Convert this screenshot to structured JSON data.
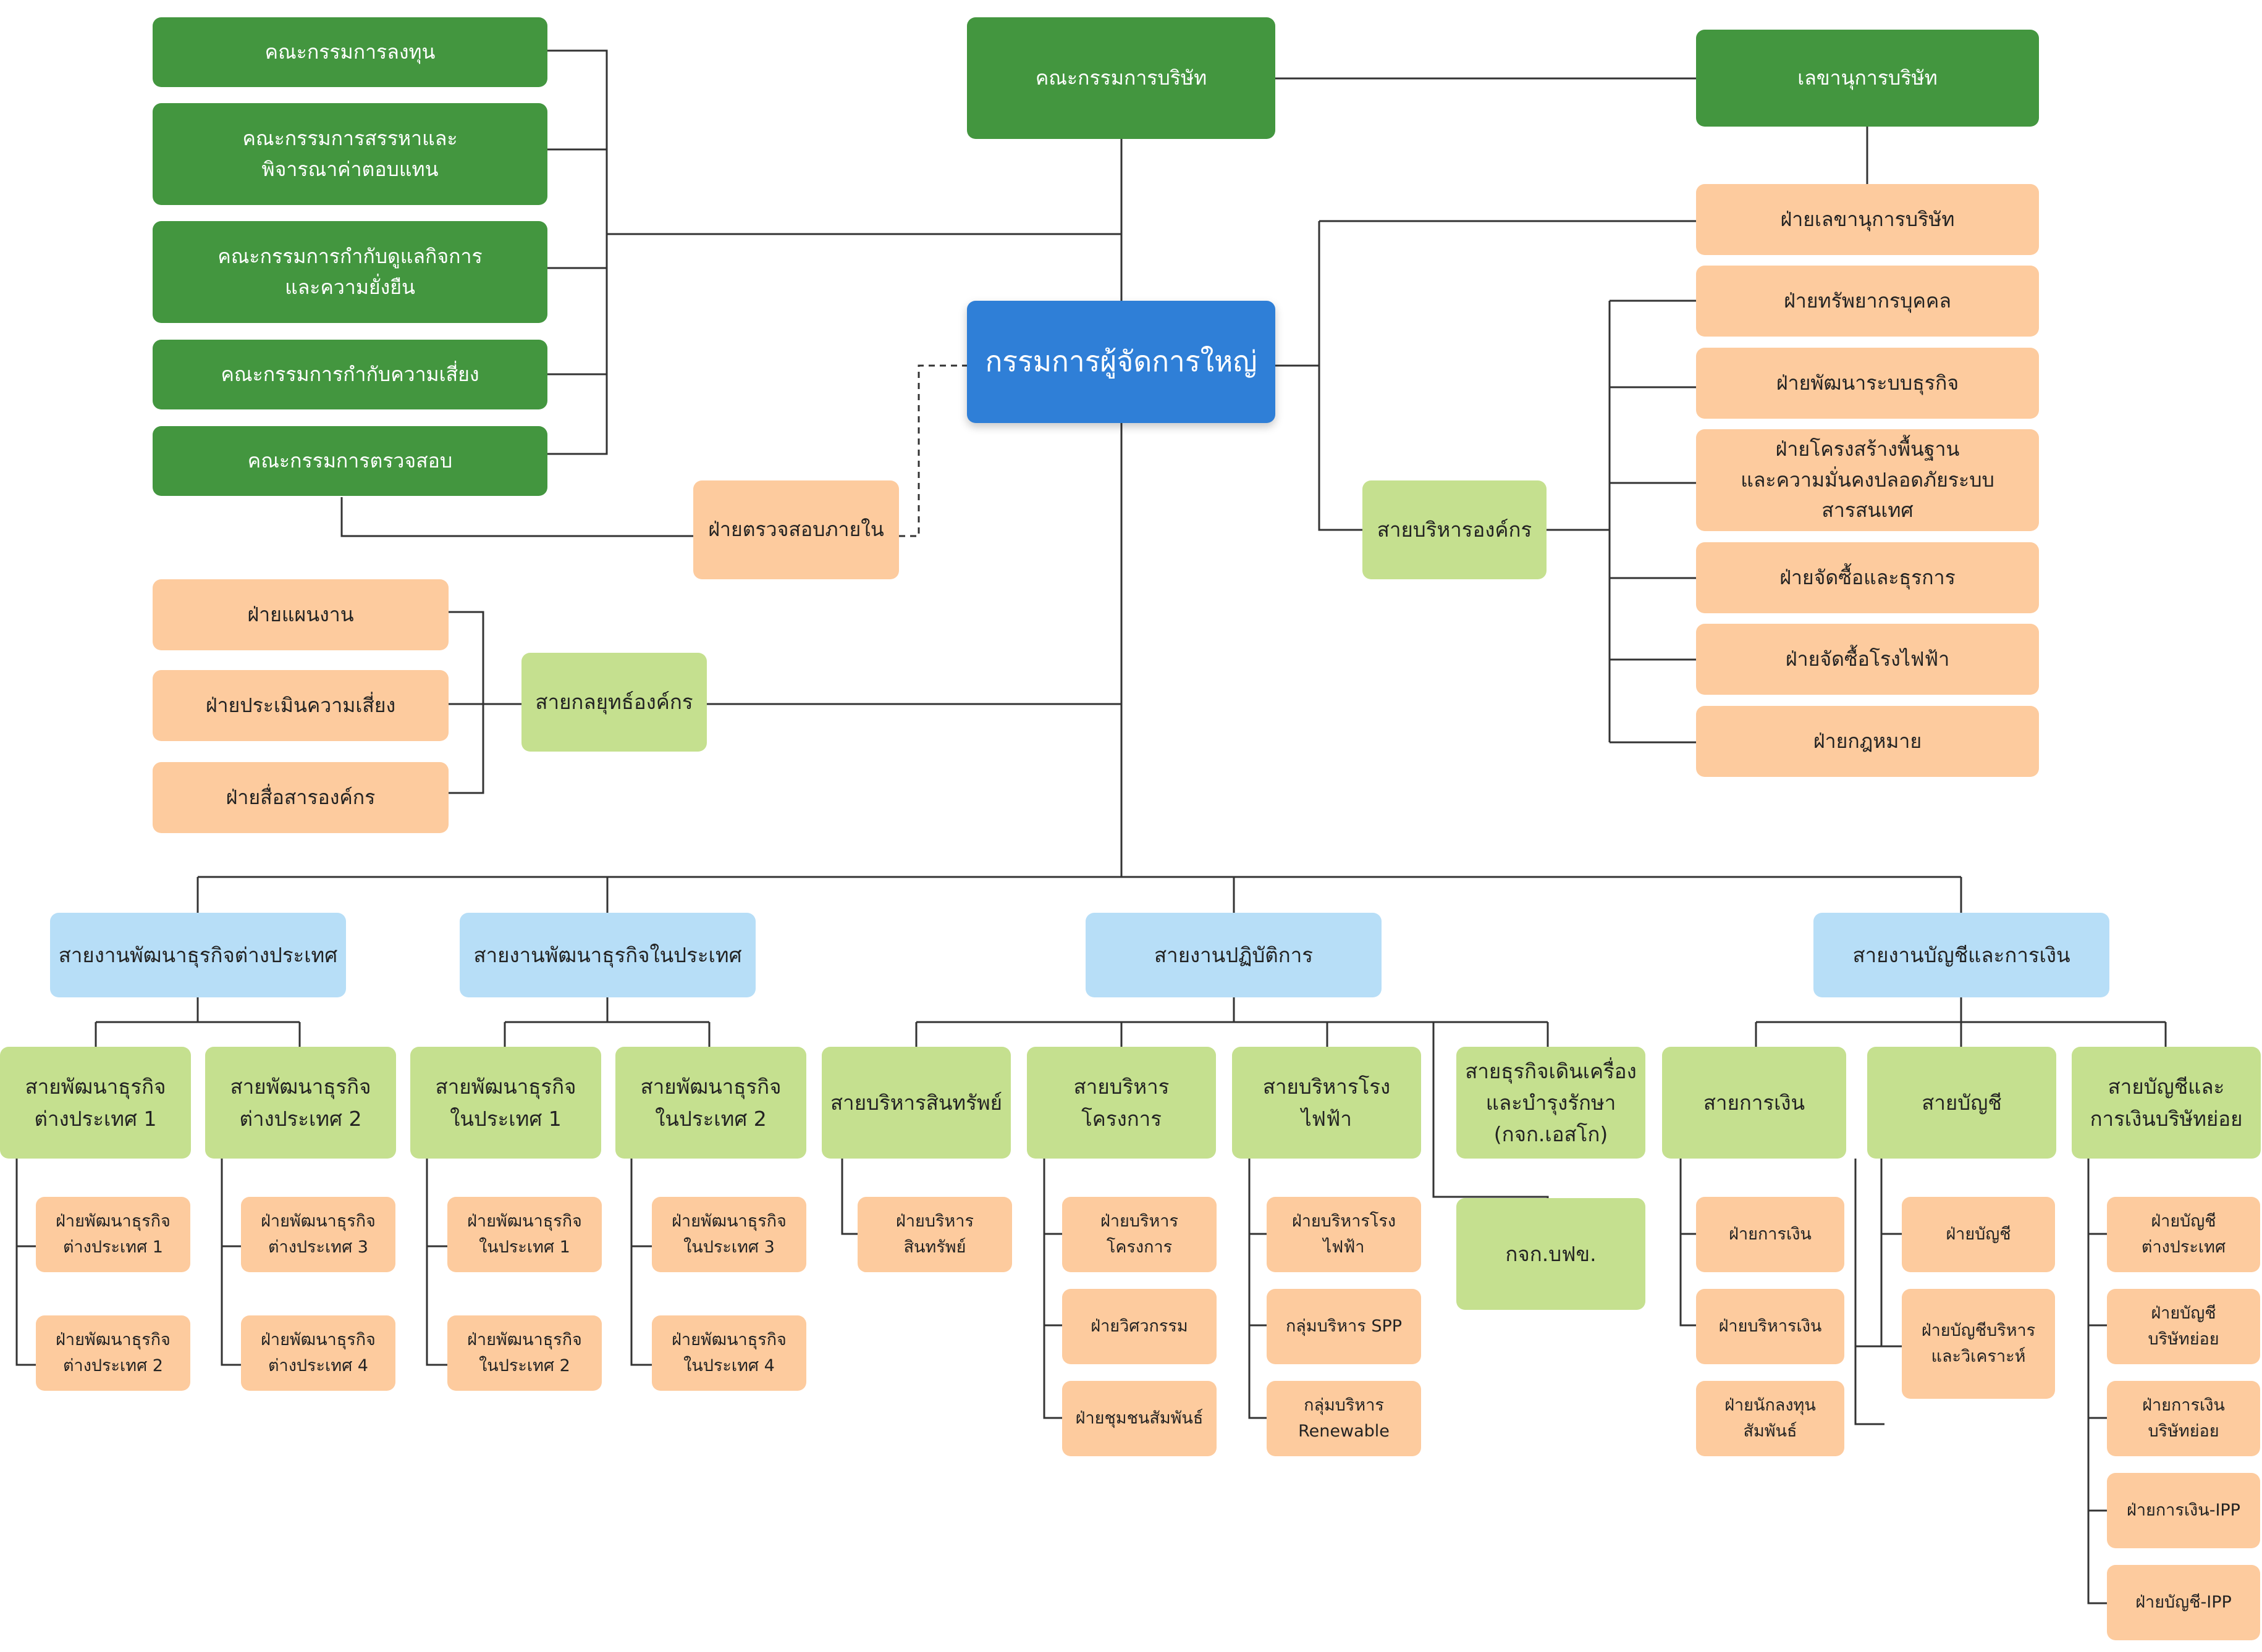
{
  "colors": {
    "board": "#43963f",
    "ceo": "#2f7fd7",
    "department": "#fdcb9e",
    "line_unit": "#c5e08f",
    "business_group": "#b7def7",
    "connector": "#333333"
  },
  "board_of_directors": "คณะกรรมการบริษัท",
  "corporate_secretary": "เลขานุการบริษัท",
  "committees": [
    "คณะกรรมการลงทุน",
    "คณะกรรมการสรรหาและ\nพิจารณาค่าตอบแทน",
    "คณะกรรมการกำกับดูแลกิจการ\nและความยั่งยืน",
    "คณะกรรมการกำกับความเสี่ยง",
    "คณะกรรมการตรวจสอบ"
  ],
  "ceo": "กรรมการผู้จัดการใหญ่",
  "internal_audit": "ฝ่ายตรวจสอบภายใน",
  "corporate_secretary_dept": "ฝ่ายเลขานุการบริษัท",
  "corporate_admin": {
    "name": "สายบริหารองค์กร",
    "departments": [
      "ฝ่ายทรัพยากรบุคคล",
      "ฝ่ายพัฒนาระบบธุรกิจ",
      "ฝ่ายโครงสร้างพื้นฐาน\nและความมั่นคงปลอดภัยระบบสารสนเทศ",
      "ฝ่ายจัดซื้อและธุรการ",
      "ฝ่ายจัดซื้อโรงไฟฟ้า",
      "ฝ่ายกฎหมาย"
    ]
  },
  "corporate_strategy": {
    "name": "สายกลยุทธ์องค์กร",
    "departments": [
      "ฝ่ายแผนงาน",
      "ฝ่ายประเมินความเสี่ยง",
      "ฝ่ายสื่อสารองค์กร"
    ]
  },
  "business_groups": [
    {
      "name": "สายงานพัฒนาธุรกิจต่างประเทศ",
      "units": [
        {
          "name": "สายพัฒนาธุรกิจ\nต่างประเทศ 1",
          "departments": [
            "ฝ่ายพัฒนาธุรกิจ\nต่างประเทศ 1",
            "ฝ่ายพัฒนาธุรกิจ\nต่างประเทศ 2"
          ]
        },
        {
          "name": "สายพัฒนาธุรกิจ\nต่างประเทศ 2",
          "departments": [
            "ฝ่ายพัฒนาธุรกิจ\nต่างประเทศ 3",
            "ฝ่ายพัฒนาธุรกิจ\nต่างประเทศ 4"
          ]
        }
      ]
    },
    {
      "name": "สายงานพัฒนาธุรกิจในประเทศ",
      "units": [
        {
          "name": "สายพัฒนาธุรกิจ\nในประเทศ 1",
          "departments": [
            "ฝ่ายพัฒนาธุรกิจ\nในประเทศ 1",
            "ฝ่ายพัฒนาธุรกิจ\nในประเทศ 2"
          ]
        },
        {
          "name": "สายพัฒนาธุรกิจ\nในประเทศ 2",
          "departments": [
            "ฝ่ายพัฒนาธุรกิจ\nในประเทศ 3",
            "ฝ่ายพัฒนาธุรกิจ\nในประเทศ 4"
          ]
        }
      ]
    },
    {
      "name": "สายงานปฏิบัติการ",
      "units": [
        {
          "name": "สายบริหารสินทรัพย์",
          "departments": [
            "ฝ่ายบริหารสินทรัพย์"
          ]
        },
        {
          "name": "สายบริหารโครงการ",
          "departments": [
            "ฝ่ายบริหารโครงการ",
            "ฝ่ายวิศวกรรม",
            "ฝ่ายชุมชนสัมพันธ์"
          ]
        },
        {
          "name": "สายบริหารโรงไฟฟ้า",
          "departments": [
            "ฝ่ายบริหารโรงไฟฟ้า",
            "กลุ่มบริหาร SPP",
            "กลุ่มบริหาร\nRenewable"
          ]
        },
        {
          "name": "สายธุรกิจเดินเครื่อง\nและบำรุงรักษา\n(กจก.เอสโก)",
          "departments": []
        }
      ],
      "extra_unit": "กจก.บฟข."
    },
    {
      "name": "สายงานบัญชีและการเงิน",
      "units": [
        {
          "name": "สายการเงิน",
          "departments": [
            "ฝ่ายการเงิน",
            "ฝ่ายบริหารเงิน",
            "ฝ่ายนักลงทุน\nสัมพันธ์"
          ]
        },
        {
          "name": "สายบัญชี",
          "departments": [
            "ฝ่ายบัญชี",
            "ฝ่ายบัญชีบริหาร\nและวิเคราะห์"
          ]
        },
        {
          "name": "สายบัญชีและ\nการเงินบริษัทย่อย",
          "departments": [
            "ฝ่ายบัญชี\nต่างประเทศ",
            "ฝ่ายบัญชี\nบริษัทย่อย",
            "ฝ่ายการเงิน\nบริษัทย่อย",
            "ฝ่ายการเงิน-IPP",
            "ฝ่ายบัญชี-IPP"
          ]
        }
      ]
    }
  ]
}
